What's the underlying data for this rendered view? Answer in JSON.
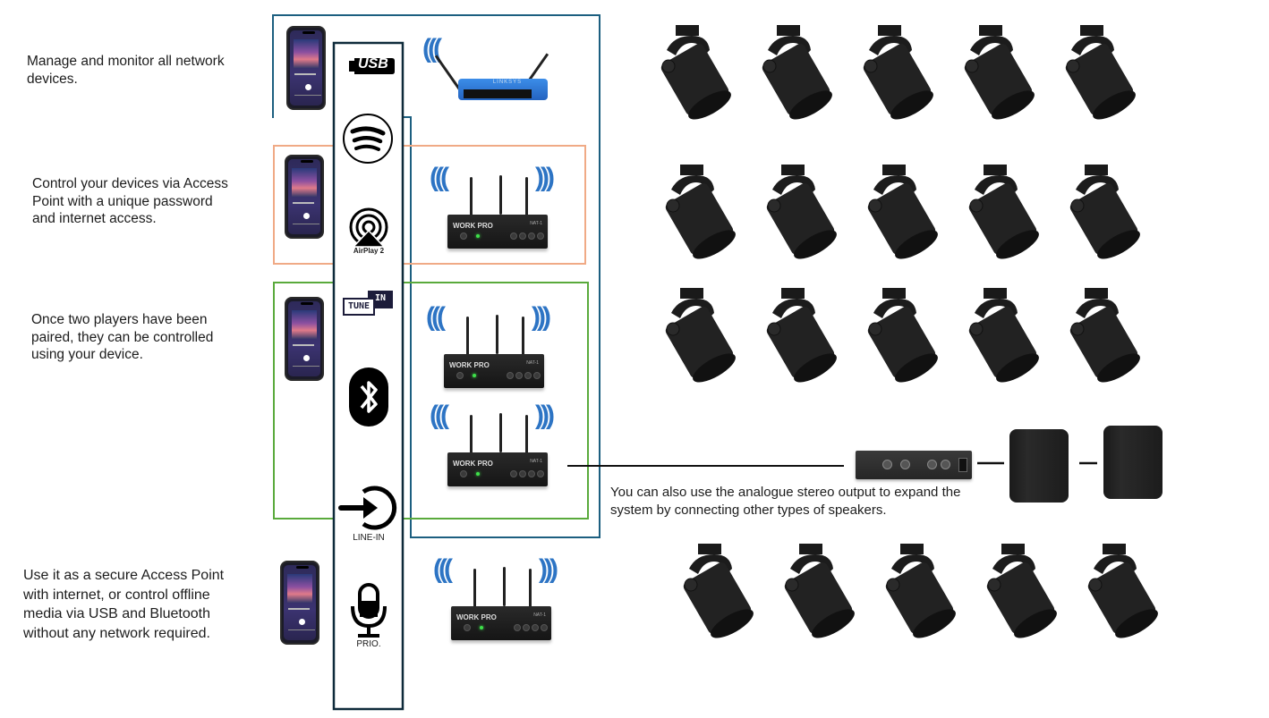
{
  "descriptions": [
    {
      "text": "Manage and monitor all network devices."
    },
    {
      "text": "Control your devices via Access Point with a unique password and internet access."
    },
    {
      "text": "Once two players have been paired, they can be controlled using your device."
    },
    {
      "text": "Use it as a secure Access Point with internet, or control offline media via USB and Bluetooth without any network required."
    }
  ],
  "description_lines": {
    "d0": [
      "Manage and monitor all network",
      "devices."
    ],
    "d1": [
      "Control your devices via Access",
      "Point with a unique password",
      "and internet access."
    ],
    "d2": [
      "Once two players have been",
      "paired, they can be controlled",
      "using your device."
    ],
    "d3": [
      "Use it as a secure Access Point",
      "with internet, or control offline",
      "media via USB and Bluetooth",
      "without any network required."
    ]
  },
  "sources": [
    {
      "icon": "usb-icon",
      "label": "USB"
    },
    {
      "icon": "spotify-icon",
      "label": ""
    },
    {
      "icon": "airplay-icon",
      "label": "AirPlay 2"
    },
    {
      "icon": "tunein-icon",
      "label_a": "TUNE",
      "label_b": "IN"
    },
    {
      "icon": "bluetooth-icon",
      "label": ""
    },
    {
      "icon": "line-in-icon",
      "label": "LINE-IN"
    },
    {
      "icon": "microphone-icon",
      "label": "PRIO."
    }
  ],
  "router": {
    "brand": "LINKSYS"
  },
  "player": {
    "brand": "WORK PRO",
    "model": "NAT-1"
  },
  "analogue_note": {
    "lines": [
      "You can also use the analogue stereo output to expand the",
      "system by connecting other types of speakers."
    ]
  },
  "colors": {
    "frame_blue": "#1c5f80",
    "frame_orange": "#f0aa86",
    "frame_green": "#5aaa3c",
    "frame_sources": "#0e2a3a",
    "wifi_blue": "#2d74c4",
    "led_green": "#3ee04a"
  },
  "speaker_rows": 4,
  "speakers_per_row": 5
}
